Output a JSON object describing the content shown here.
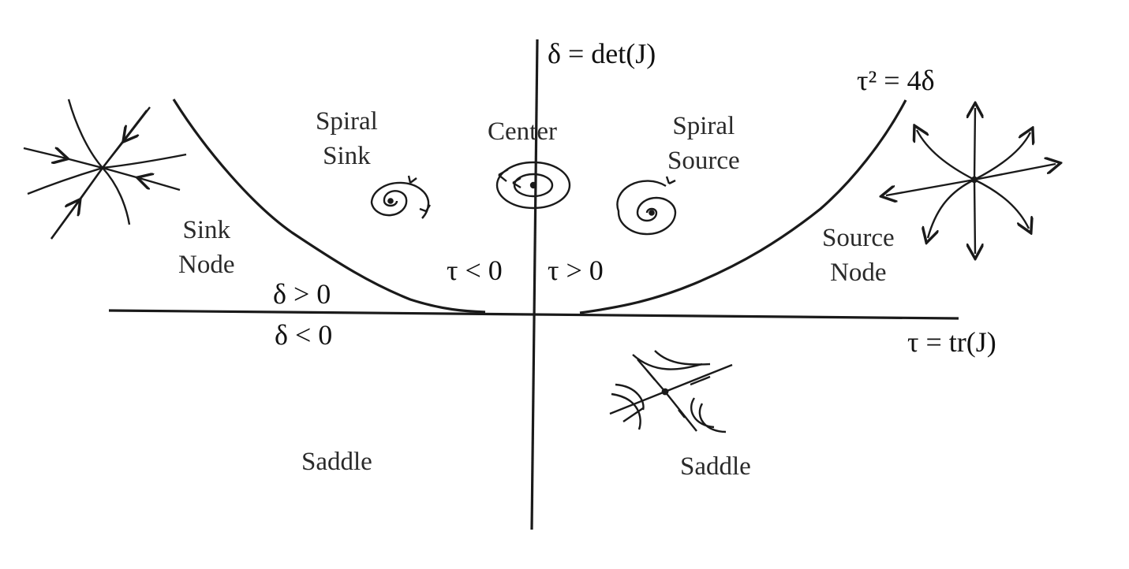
{
  "colors": {
    "line": "#1a1a1a",
    "text": "#222222",
    "background": "#ffffff"
  },
  "axes": {
    "y_label": "δ = det(J)",
    "x_label": "τ = tr(J)",
    "parabola_label": "τ² = 4δ"
  },
  "inequalities": {
    "delta_pos": "δ > 0",
    "delta_neg": "δ < 0",
    "tau_neg": "τ < 0",
    "tau_pos": "τ > 0"
  },
  "regions": {
    "spiral_sink": [
      "Spiral",
      "Sink"
    ],
    "center": "Center",
    "spiral_source": [
      "Spiral",
      "Source"
    ],
    "sink_node": [
      "Sink",
      "Node"
    ],
    "source_node": [
      "Source",
      "Node"
    ],
    "saddle_left": "Saddle",
    "saddle_right": "Saddle"
  },
  "icons": {
    "sink_node_portrait": "inward-star-arrows-icon",
    "source_node_portrait": "outward-star-arrows-icon",
    "spiral_sink_portrait": "spiral-inward-icon",
    "center_portrait": "concentric-orbits-icon",
    "spiral_source_portrait": "spiral-outward-icon",
    "saddle_portrait": "saddle-hyperbolic-icon"
  }
}
